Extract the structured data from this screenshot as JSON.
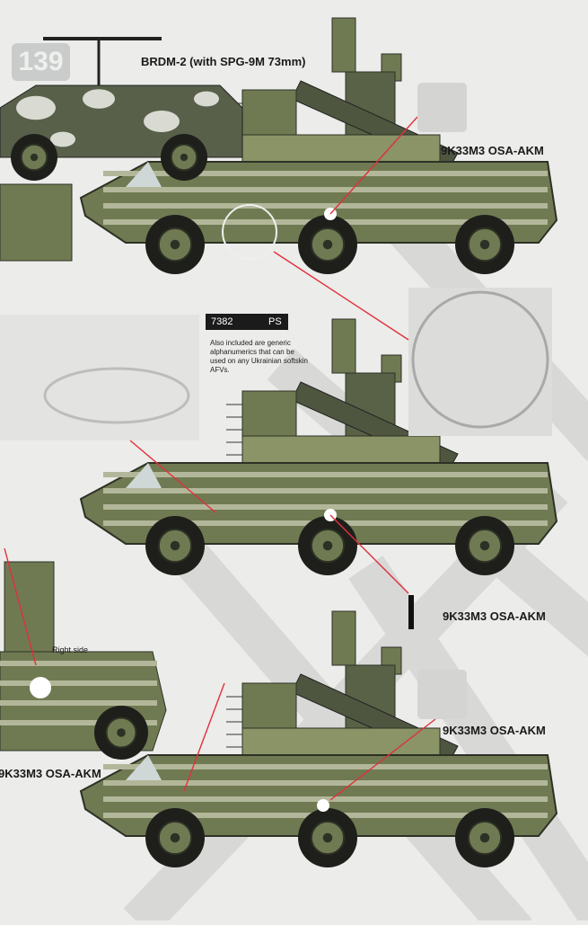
{
  "labels": {
    "brdm": "BRDM-2 (with SPG-9M 73mm)",
    "osa_1": "9K33M3 OSA-AKM",
    "osa_2": "9K33M3 OSA-AKM",
    "osa_3": "9K33M3 OSA-AKM",
    "osa_4": "9K33M3 OSA-AKM",
    "right_side": "Right side"
  },
  "plate": {
    "number": "7382",
    "suffix": "PS"
  },
  "note": "Also included are generic alphanumerics that can be used on any Ukrainian softskin AFVs.",
  "hull_number": "139",
  "colors": {
    "background": "#ececea",
    "olive": "#6f7a52",
    "olive_light": "#8a9467",
    "stripe": "#b3b79a",
    "camo_dark": "#58604a",
    "camo_light": "#d9dbd2",
    "leader_line": "#e0303c",
    "watermark": "#c8c8c8"
  }
}
